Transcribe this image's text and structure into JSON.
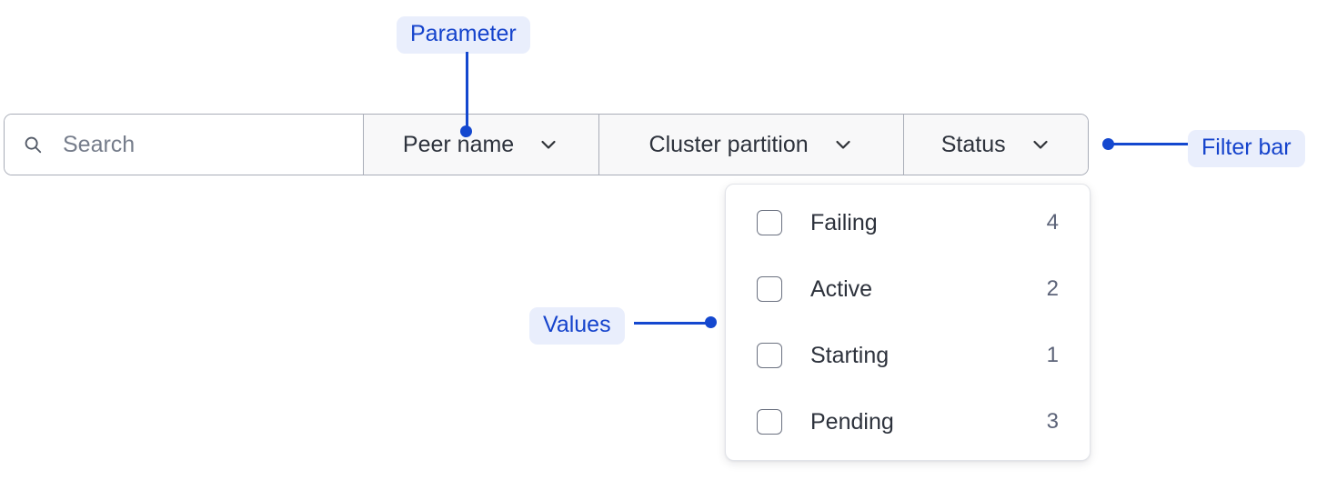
{
  "filter_bar": {
    "search": {
      "icon": "search-icon",
      "placeholder": "Search",
      "value": ""
    },
    "dropdowns": [
      {
        "label": "Peer name",
        "icon": "chevron-down-icon"
      },
      {
        "label": "Cluster partition",
        "icon": "chevron-down-icon"
      },
      {
        "label": "Status",
        "icon": "chevron-down-icon"
      }
    ]
  },
  "dropdown_panel": {
    "options": [
      {
        "label": "Failing",
        "count": "4",
        "checked": false
      },
      {
        "label": "Active",
        "count": "2",
        "checked": false
      },
      {
        "label": "Starting",
        "count": "1",
        "checked": false
      },
      {
        "label": "Pending",
        "count": "3",
        "checked": false
      }
    ]
  },
  "annotations": {
    "parameter": "Parameter",
    "values": "Values",
    "filter_bar": "Filter bar"
  },
  "colors": {
    "annotation_text": "#1543cc",
    "annotation_pill_bg": "#e9eefc",
    "leader_line": "#1448cf",
    "bar_border": "#a9adb8",
    "segment_bg": "#f8f8f9",
    "label_text": "#2d323c",
    "count_text": "#5c6378",
    "placeholder_text": "#767d8b"
  }
}
